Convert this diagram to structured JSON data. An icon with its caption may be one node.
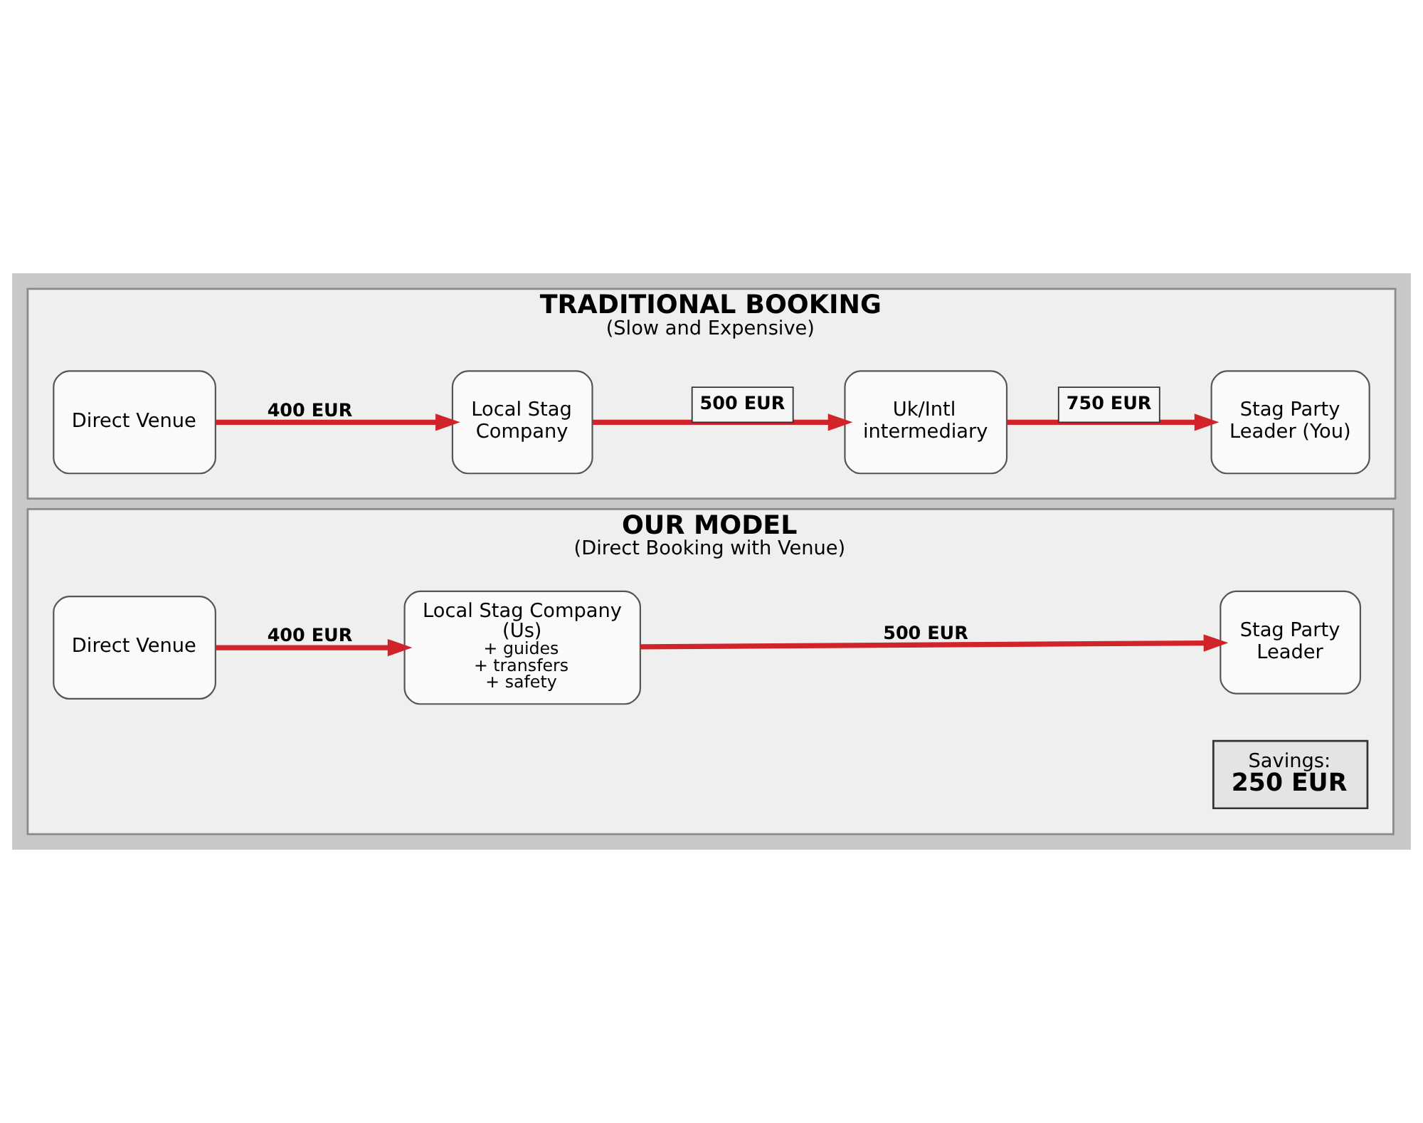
{
  "diagram": {
    "nodes": [
      {
        "text": [
          "TRADITIONAL BOOKING",
          "(Slow and Expensive)"
        ]
      },
      {
        "text": [
          "Direct Venue"
        ],
        "in": 0
      },
      {
        "text": [
          "Local Stag Company"
        ],
        "in": 0
      },
      {
        "text": [
          "Uk/Intl intermediary"
        ],
        "in": 0
      },
      {
        "text": [
          "Stag Party Leader (You)"
        ],
        "in": 0
      },
      {
        "text": [
          "OUR MODEL",
          "(Direct Booking with Venue)"
        ]
      },
      {
        "text": [
          "Direct Venue"
        ],
        "in": 5
      },
      {
        "text": [
          "Local Stag Company (Us)",
          "+ guides",
          "+ transfers",
          "+ safety"
        ],
        "in": 5
      },
      {
        "text": [
          "Stag Party Leader"
        ],
        "in": 5
      },
      {
        "text": [
          "Savings:",
          "250 EUR"
        ],
        "in": 5
      }
    ],
    "edges": [
      {
        "from": 1,
        "to": 2,
        "arrow": "to",
        "label": "400 EUR"
      },
      {
        "from": 2,
        "to": 3,
        "arrow": "to",
        "label": "500 EUR"
      },
      {
        "from": 3,
        "to": 4,
        "arrow": "to",
        "label": "750 EUR"
      },
      {
        "from": 6,
        "to": 7,
        "arrow": "to",
        "label": "400 EUR"
      },
      {
        "from": 7,
        "to": 8,
        "arrow": "to",
        "label": "500 EUR"
      }
    ]
  }
}
